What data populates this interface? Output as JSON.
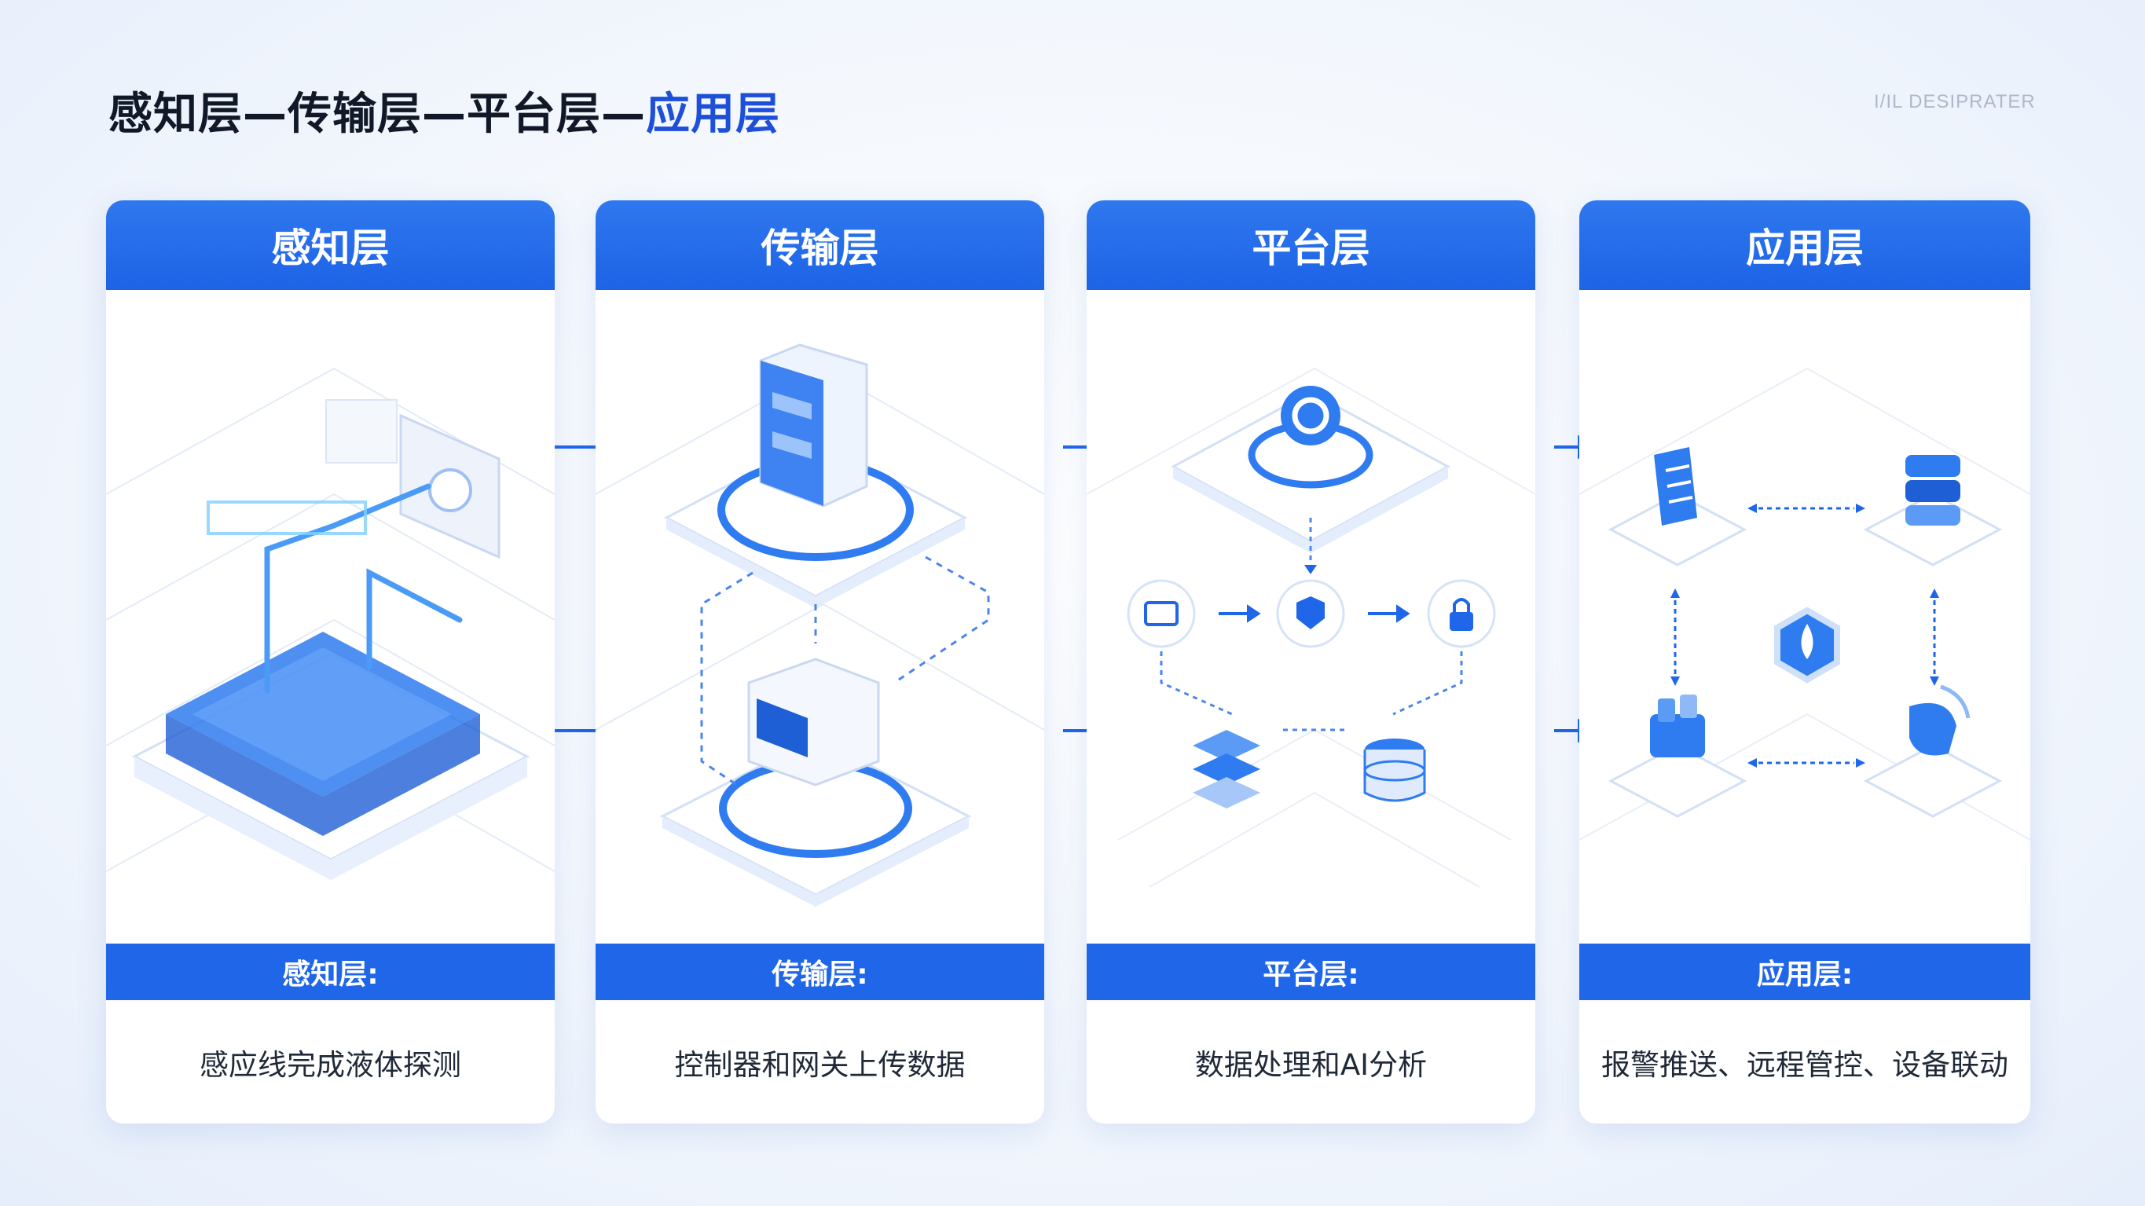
{
  "header": {
    "title_parts": [
      "感知层",
      "—",
      "传输层",
      "—",
      "平台层",
      "—"
    ],
    "title_accent": "应用层",
    "watermark": "I/IL DESIPRATER"
  },
  "layers": [
    {
      "heading": "感知层",
      "sub_label": "感知层:",
      "description": "感应线完成液体探测"
    },
    {
      "heading": "传输层",
      "sub_label": "传输层:",
      "description": "控制器和网关上传数据"
    },
    {
      "heading": "平台层",
      "sub_label": "平台层:",
      "description": "数据处理和AI分析"
    },
    {
      "heading": "应用层",
      "sub_label": "应用层:",
      "description": "报警推送、远程管控、设备联动"
    }
  ],
  "colors": {
    "primary": "#1f66e8",
    "accent_text": "#1d4fd8",
    "light_blue": "#8fb8f7",
    "background": "#f3f7fd"
  }
}
